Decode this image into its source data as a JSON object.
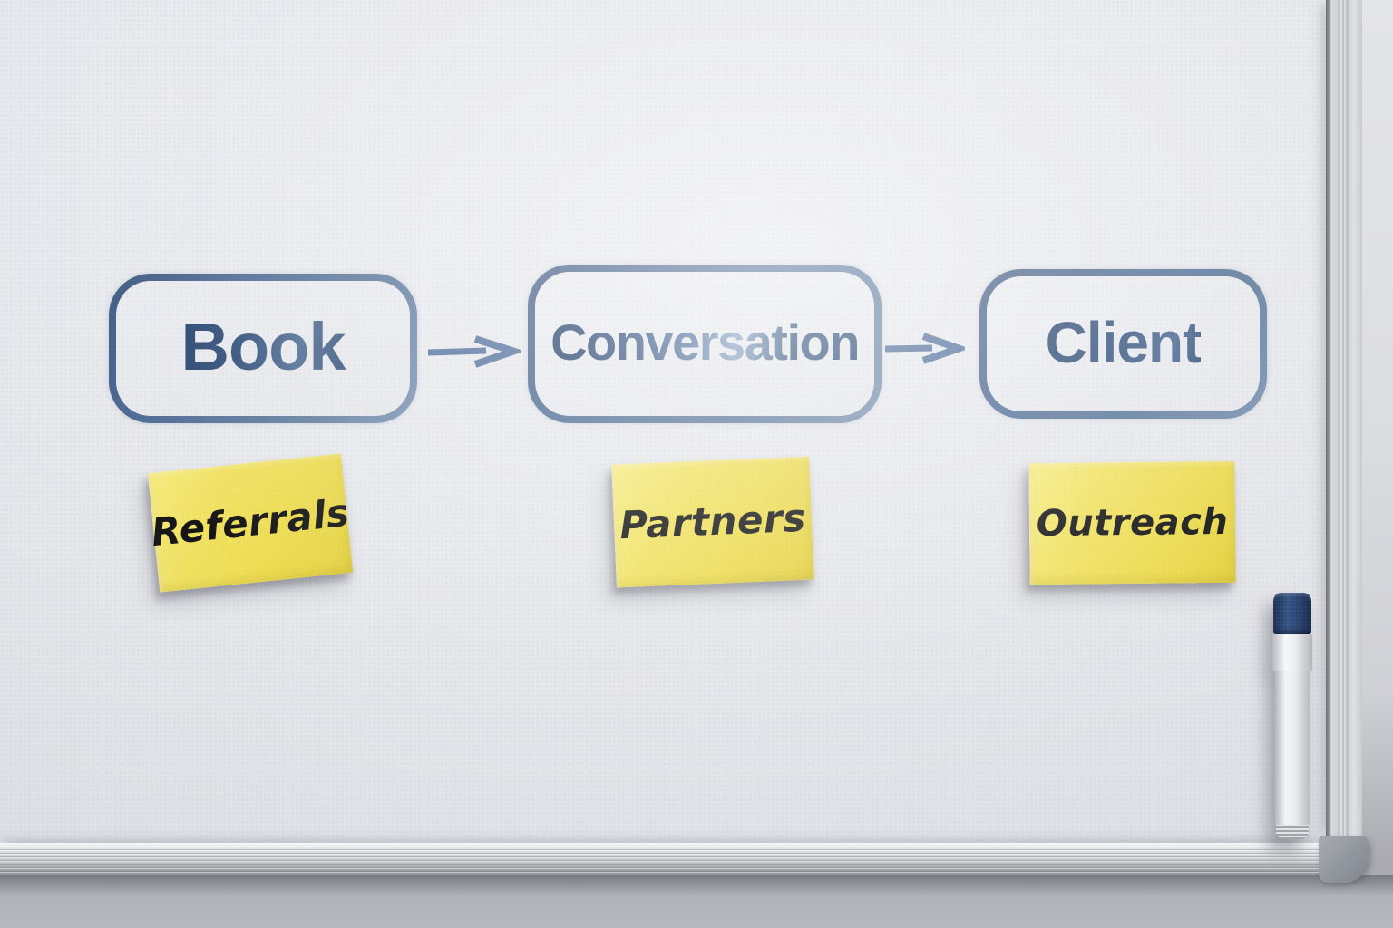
{
  "scene": {
    "description": "Hand-drawn flowchart on a whiteboard with yellow sticky notes and a dry-erase marker",
    "board_color": "#e8e9ed",
    "ink_color": "#4c6a94",
    "frame_color": "#c9cacf",
    "wall_color": "#b4b5bb"
  },
  "flowchart": {
    "nodes": [
      {
        "id": "book",
        "label": "Book"
      },
      {
        "id": "conversation",
        "label": "Conversation"
      },
      {
        "id": "client",
        "label": "Client"
      }
    ],
    "connections": [
      {
        "from": "Book",
        "to": "Conversation"
      },
      {
        "from": "Conversation",
        "to": "Client"
      }
    ],
    "stroke_color": "#4c6a94",
    "label_color": "#2b4a75"
  },
  "sticky_notes": [
    {
      "label": "Referrals",
      "below_node": "Book",
      "color": "#eedd53",
      "text_color": "#161616"
    },
    {
      "label": "Partners",
      "below_node": "Conversation",
      "color": "#eedd53",
      "text_color": "#161616"
    },
    {
      "label": "Outreach",
      "below_node": "Client",
      "color": "#eedd53",
      "text_color": "#161616"
    }
  ],
  "marker": {
    "cap_color": "#2c4772",
    "body_color": "#f3f4f6"
  }
}
